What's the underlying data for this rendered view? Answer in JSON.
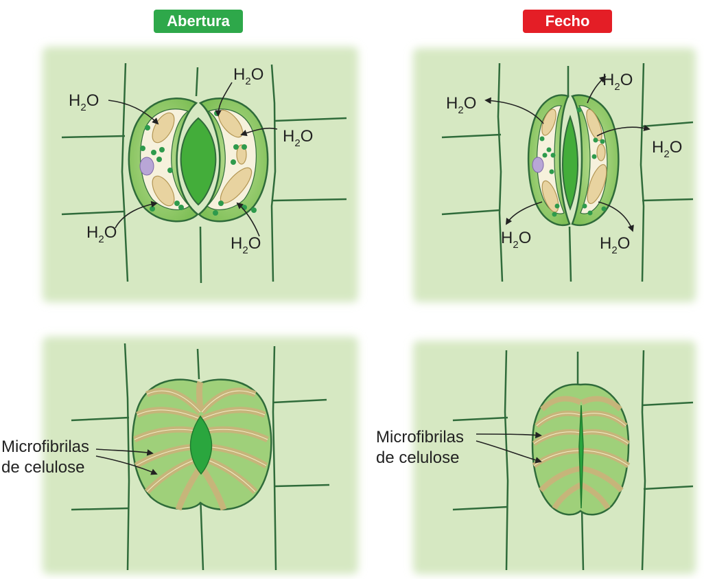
{
  "labels": {
    "opening": "Abertura",
    "closing": "Fecho",
    "water": "H",
    "water_sub": "2",
    "water_o": "O",
    "microfibrils_line1": "Microfibrilas",
    "microfibrils_line2": "de celulose"
  },
  "colors": {
    "opening_badge": "#2ea84a",
    "closing_badge": "#e41e26",
    "tissue": "#d6e8c2",
    "cell_wall": "#2f6b3a",
    "guard_cell": "#a7d37d",
    "guard_cell_dark": "#6bb04a",
    "vacuole": "#f6f1dc",
    "chloroplast_body": "#e8d3a0",
    "chloroplast_dot": "#2e9a4c",
    "nucleus": "#b8a6d6",
    "pore": "#3cae3c",
    "fibril": "#eadcae"
  },
  "icons": [
    "arrow-icon"
  ]
}
